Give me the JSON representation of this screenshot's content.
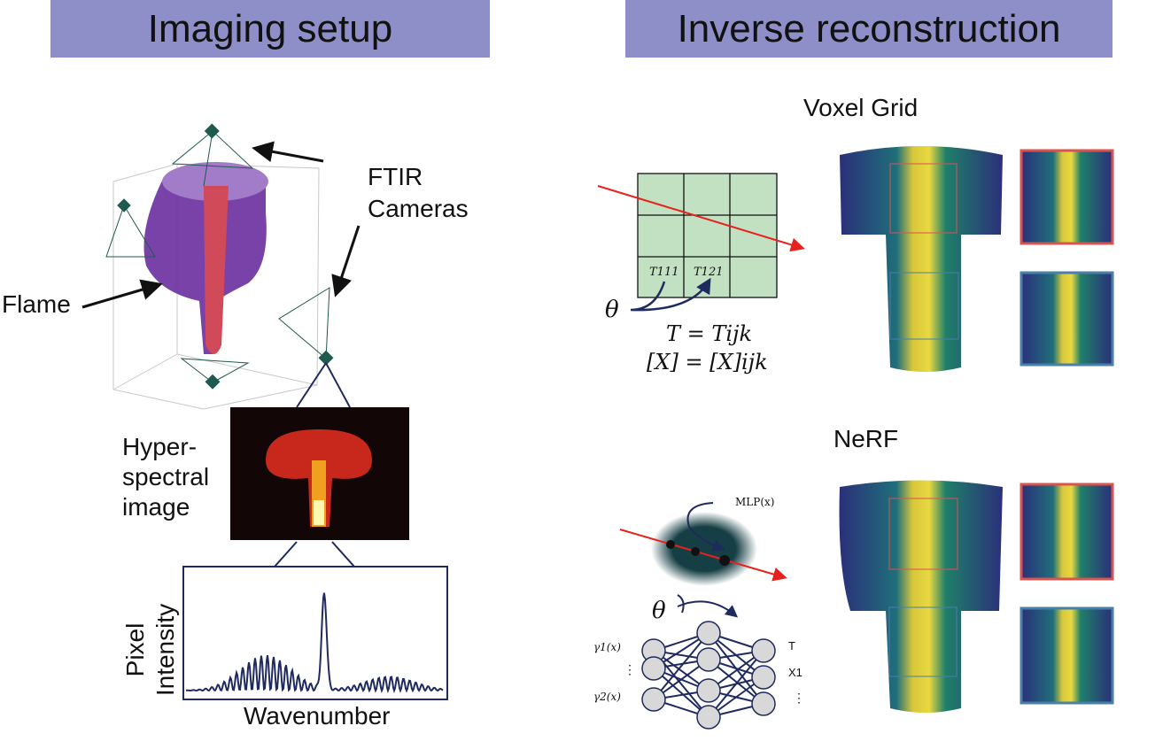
{
  "headers": {
    "left": "Imaging setup",
    "right": "Inverse reconstruction"
  },
  "setup": {
    "cameras_label": "FTIR Cameras",
    "flame_label": "Flame",
    "hyperspectral_label": "Hyper-spectral image",
    "ylabel": "Pixel Intensity",
    "xlabel": "Wavenumber"
  },
  "voxel": {
    "title": "Voxel Grid",
    "cell_1": "T111",
    "cell_2": "T121",
    "theta": "θ",
    "eq1": "T = Tijk",
    "eq2": "[X] = [X]ijk"
  },
  "nerf": {
    "title": "NeRF",
    "mlp": "MLP(x)",
    "theta": "θ",
    "in1": "γ1(x)",
    "in_dots": "⋮",
    "in2": "γ2(x)",
    "out1": "T",
    "out2": "X1",
    "out_dots": "⋮"
  },
  "colors": {
    "header": "#8e8fc9",
    "ray": "#e8211d",
    "network": "#1f2a5e",
    "grid": "#c2e1c2",
    "inset_top": "#d9534f",
    "inset_bottom": "#4a7fa8"
  }
}
